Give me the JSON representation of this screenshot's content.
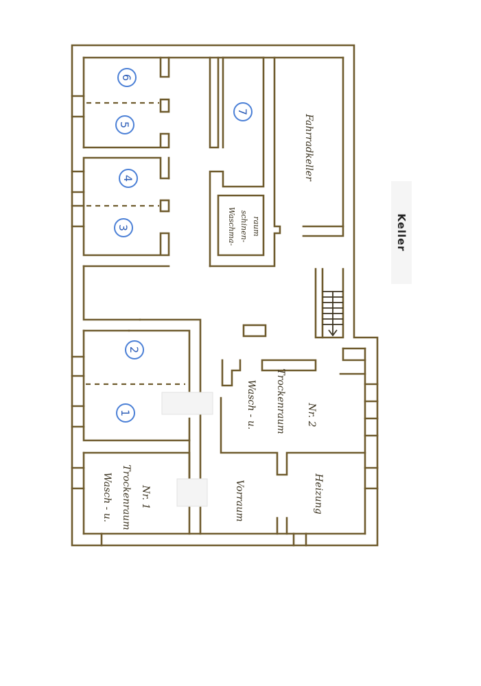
{
  "sheet_title": "Keller",
  "rooms": {
    "wasch_trocken_1": [
      "Wasch - u.",
      "Trockenraum",
      "Nr. 1"
    ],
    "wasch_trocken_2": [
      "Wasch - u.",
      "Trockenraum",
      "Nr. 2"
    ],
    "vorraum": "Vorraum",
    "heizung": "Heizung",
    "fahrradkeller": "Fahrradkeller",
    "waschmaschinenraum": [
      "Waschma-",
      "schinen-",
      "raum"
    ]
  },
  "compartment_numbers": [
    "1",
    "2",
    "3",
    "4",
    "5",
    "6",
    "7"
  ],
  "colors": {
    "walls": "#6e5a2c",
    "numbers": "#4a7fd6",
    "labels": "#3b3320"
  }
}
